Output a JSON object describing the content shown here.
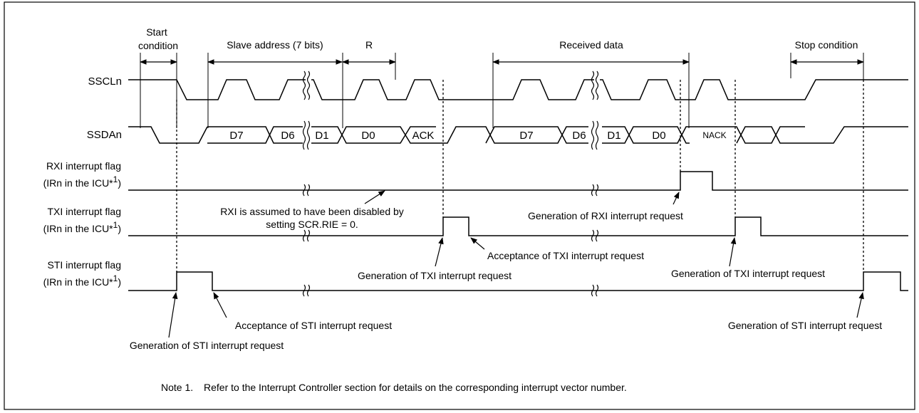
{
  "labels": {
    "start": [
      "Start",
      "condition"
    ],
    "slave_address": "Slave address (7 bits)",
    "r": "R",
    "received_data": "Received data",
    "stop": "Stop condition"
  },
  "signals": {
    "sscl": "SSCLn",
    "ssda": "SSDAn",
    "rxi": [
      "RXI interrupt flag",
      "(IRn in the ICU*1)"
    ],
    "txi": [
      "TXI interrupt flag",
      "(IRn in the ICU*1)"
    ],
    "sti": [
      "STI interrupt flag",
      "(IRn in the ICU*1)"
    ]
  },
  "data_bits": {
    "b1": "D7",
    "b2": "D6",
    "b3": "D1",
    "b4": "D0",
    "ack": "ACK",
    "b5": "D7",
    "b6": "D6",
    "b7": "D1",
    "b8": "D0",
    "nack": "NACK"
  },
  "annotations": {
    "rxi_disabled": [
      "RXI is assumed to have been disabled by",
      "setting SCR.RIE = 0."
    ],
    "gen_rxi": "Generation of RXI interrupt request",
    "acc_txi": "Acceptance of TXI interrupt request",
    "gen_txi_1": "Generation of TXI interrupt request",
    "gen_txi_2": "Generation of TXI interrupt request",
    "acc_sti": "Acceptance of STI interrupt request",
    "gen_sti_1": "Generation of STI interrupt request",
    "gen_sti_2": "Generation of STI interrupt request"
  },
  "note": {
    "num": "Note 1.",
    "text": "Refer to the Interrupt Controller section for details on the corresponding interrupt vector number."
  }
}
